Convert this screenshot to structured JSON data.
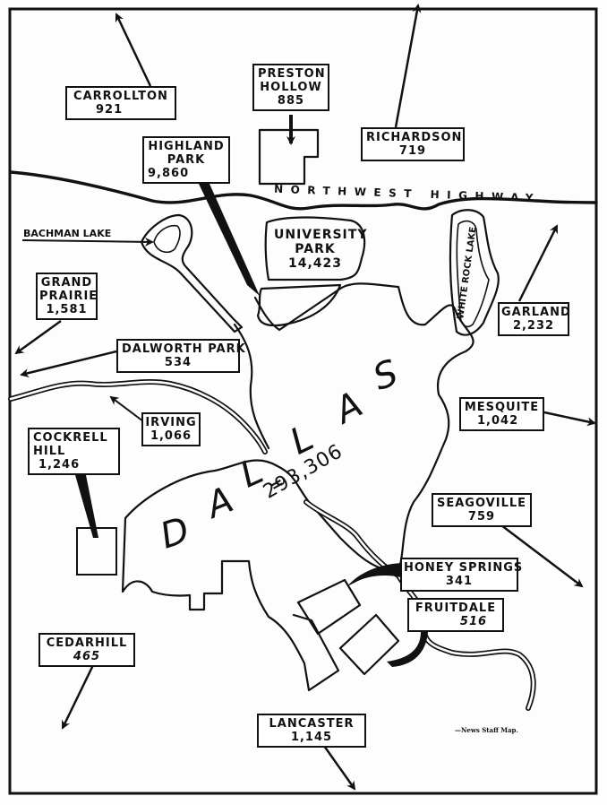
{
  "map": {
    "city": {
      "letters": [
        "D",
        "A",
        "L",
        "L",
        "A",
        "S"
      ],
      "population": "293,306"
    },
    "highway_label": "NORTHWEST HIGHWAY",
    "credit": "—News Staff Map.",
    "lakes": {
      "bachman": "BACHMAN LAKE",
      "white_rock": "WHITE ROCK LAKE"
    },
    "towns": [
      {
        "id": "carrollton",
        "name": "CARROLLTON",
        "population": "921"
      },
      {
        "id": "preston-hollow",
        "name": "PRESTON HOLLOW",
        "name_lines": [
          "PRESTON",
          "HOLLOW"
        ],
        "population": "885"
      },
      {
        "id": "richardson",
        "name": "RICHARDSON",
        "population": "719"
      },
      {
        "id": "highland-park",
        "name": "HIGHLAND PARK",
        "name_lines": [
          "HIGHLAND",
          "PARK"
        ],
        "population": "9,860"
      },
      {
        "id": "university-park",
        "name": "UNIVERSITY PARK",
        "name_lines": [
          "UNIVERSITY",
          "PARK"
        ],
        "population": "14,423"
      },
      {
        "id": "grand-prairie",
        "name": "GRAND PRAIRIE",
        "name_lines": [
          "GRAND",
          "PRAIRIE"
        ],
        "population": "1,581"
      },
      {
        "id": "garland",
        "name": "GARLAND",
        "population": "2,232"
      },
      {
        "id": "dalworth-park",
        "name": "DALWORTH PARK",
        "population": "534"
      },
      {
        "id": "irving",
        "name": "IRVING",
        "population": "1,066"
      },
      {
        "id": "mesquite",
        "name": "MESQUITE",
        "population": "1,042"
      },
      {
        "id": "cockrell-hill",
        "name": "COCKRELL HILL",
        "name_lines": [
          "COCKRELL",
          "HILL"
        ],
        "population": "1,246"
      },
      {
        "id": "seagoville",
        "name": "SEAGOVILLE",
        "population": "759"
      },
      {
        "id": "honey-springs",
        "name": "HONEY SPRINGS",
        "population": "341"
      },
      {
        "id": "fruitdale",
        "name": "FRUITDALE",
        "population": "516"
      },
      {
        "id": "cedarhill",
        "name": "CEDARHILL",
        "population": "465"
      },
      {
        "id": "lancaster",
        "name": "LANCASTER",
        "population": "1,145"
      }
    ]
  }
}
